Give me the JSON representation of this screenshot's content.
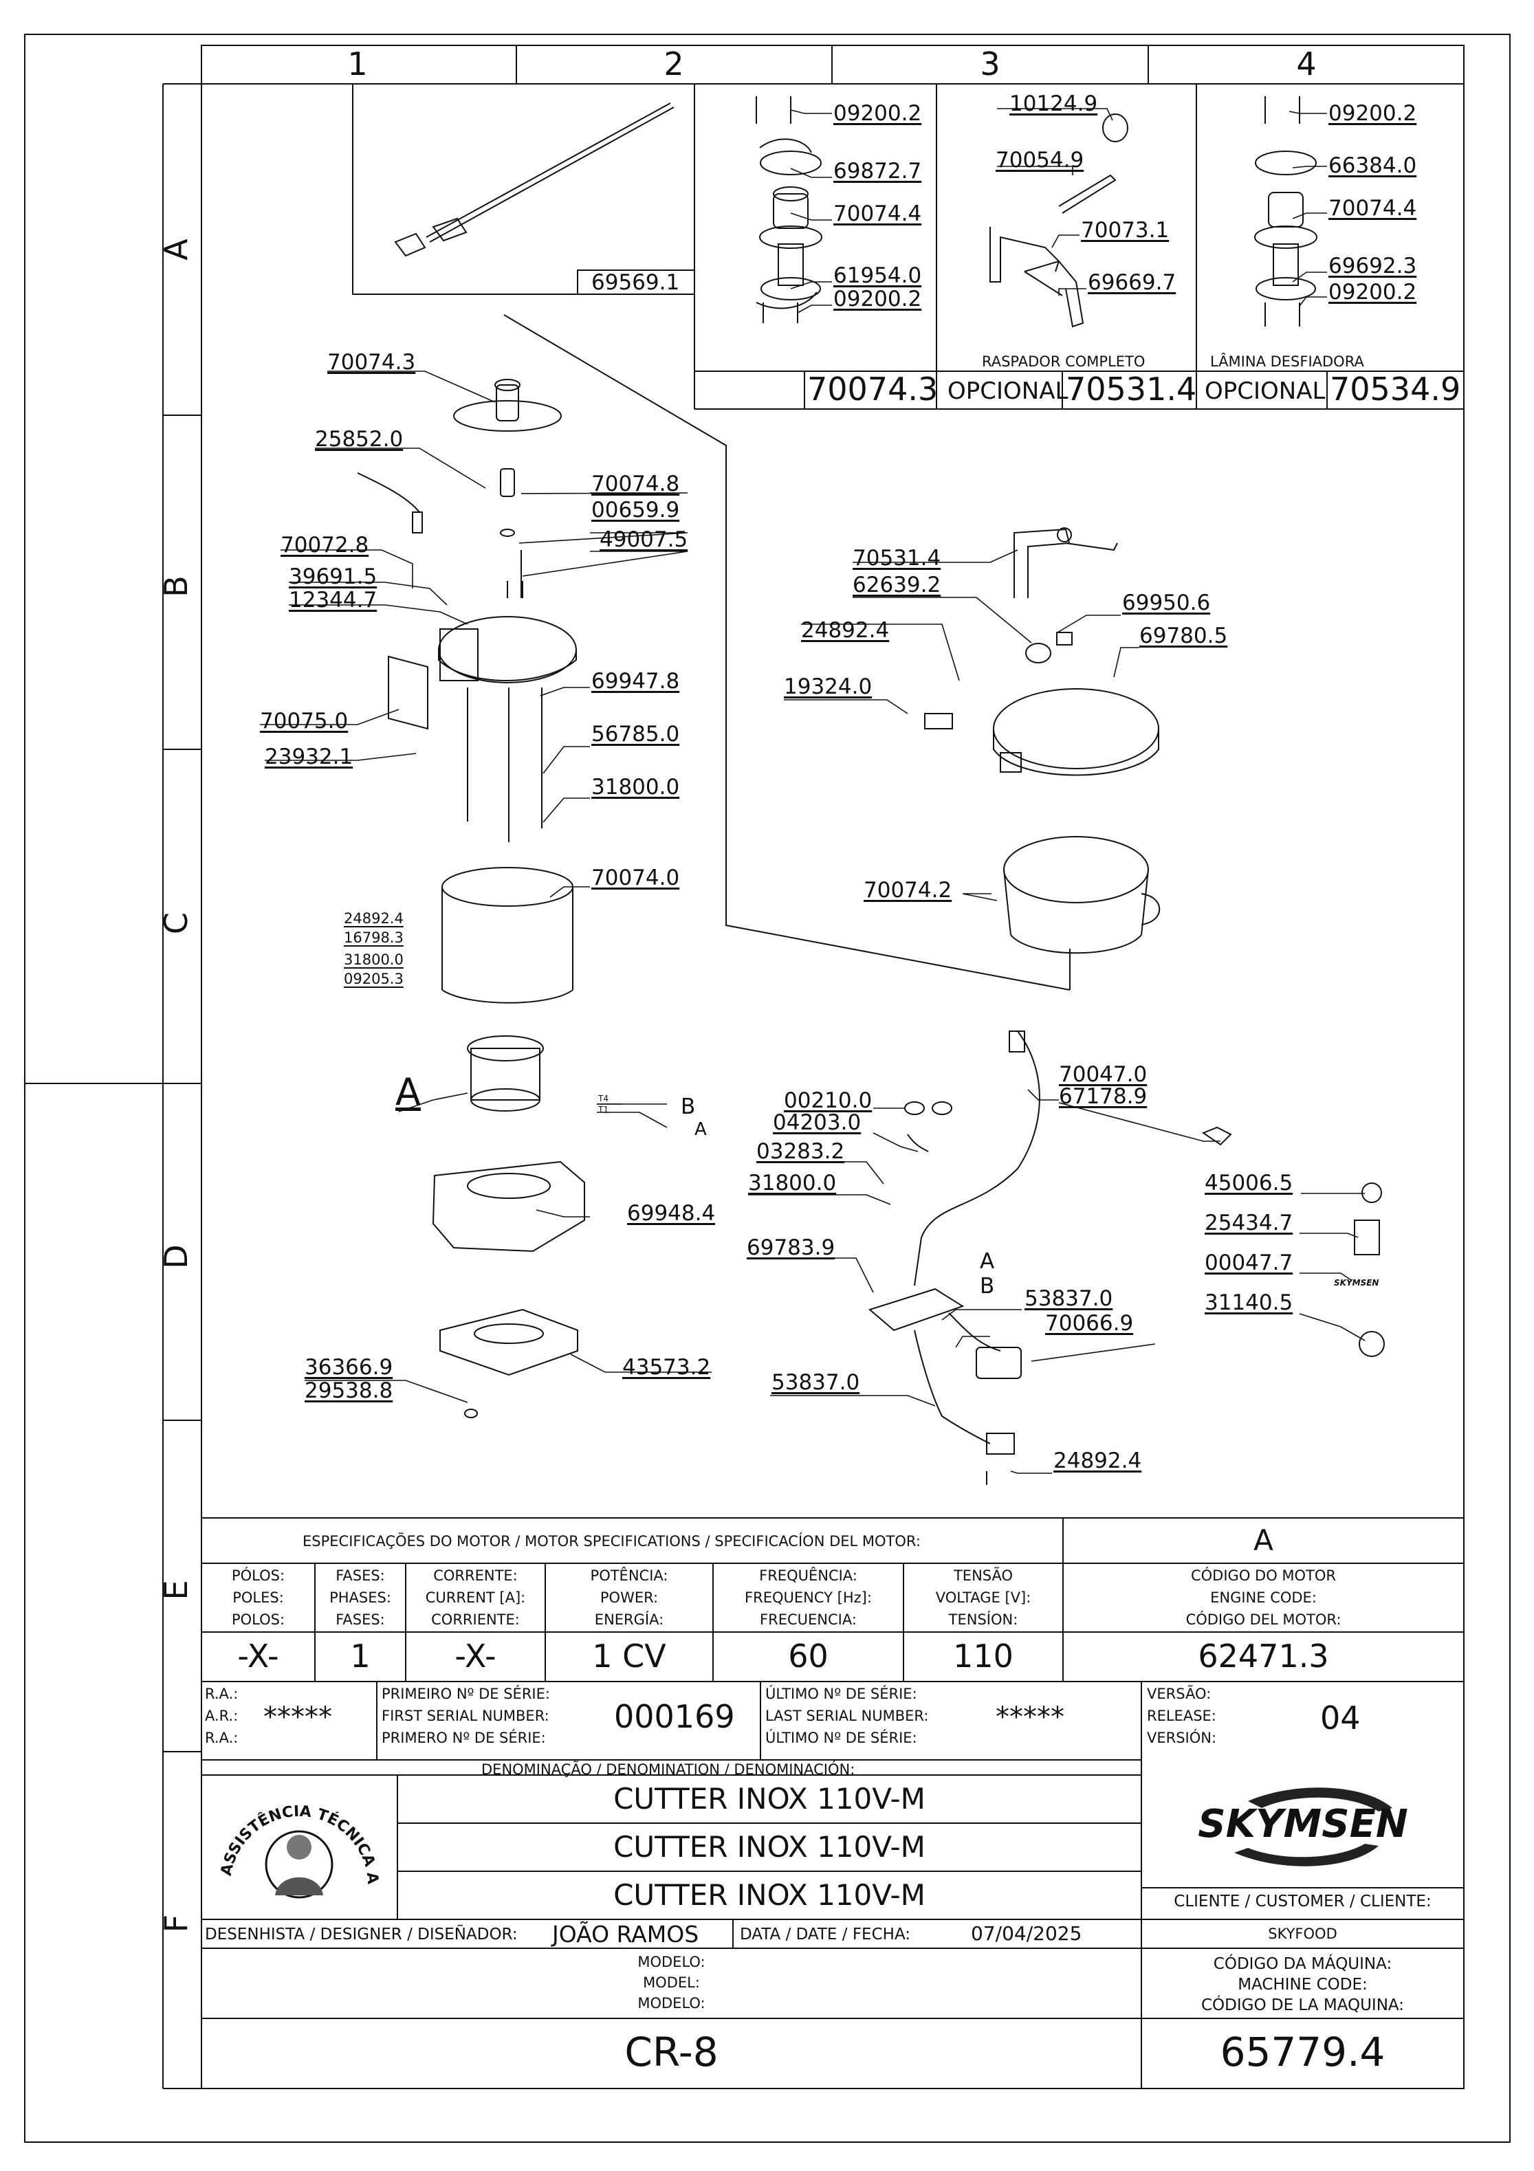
{
  "grid": {
    "columns": [
      "1",
      "2",
      "3",
      "4"
    ],
    "rows": [
      "A",
      "B",
      "C",
      "D",
      "E",
      "F"
    ]
  },
  "callouts": {
    "rod_kit": "69569.1",
    "blade_top_screw": "09200.2",
    "blade_upper": "69872.7",
    "hub": "70074.4",
    "blade_lower": "61954.0",
    "blade_bottom_screw": "09200.2",
    "scraper_knob": "10124.9",
    "scraper_arm": "70054.9",
    "scraper_pin": "70073.1",
    "scraper_blade": "69669.7",
    "shred_top_screw": "09200.2",
    "shred_blade_upper": "66384.0",
    "shred_hub": "70074.4",
    "shred_blade_lower": "69692.3",
    "shred_bottom_screw": "09200.2",
    "blade_assembly": "70074.3",
    "shaft_pin": "25852.0",
    "shaft": "70074.8",
    "washer": "00659.9",
    "screw_b": "49007.5",
    "switch_rod": "70072.8",
    "screw_c": "39691.5",
    "microswitch_holder": "12344.7",
    "top_plate": "69947.8",
    "shield": "70075.0",
    "shield_screw": "23932.1",
    "long_rod": "56785.0",
    "long_screw": "31800.0",
    "body": "70074.0",
    "body_a": "24892.4",
    "body_b": "16798.3",
    "body_c": "31800.0",
    "body_d": "09205.3",
    "lid_handle": "70531.4",
    "lid_knob": "62639.2",
    "lid_pin": "69950.6",
    "lid": "69780.5",
    "lid_switch_screw": "24892.4",
    "lid_switch": "19324.0",
    "bowl": "70074.2",
    "motor_letter": "A",
    "wire_t4": "T4",
    "wire_t1": "T1",
    "wire_b": "B",
    "wire_a": "A",
    "base": "69948.4",
    "foot_plate": "43573.2",
    "foot_a": "36366.9",
    "foot_b": "29538.8",
    "cable": "70047.0",
    "cable_clip": "67178.9",
    "oring_a": "00210.0",
    "oring_b": "04203.0",
    "cable_gland": "03283.2",
    "cable_screw": "31800.0",
    "board": "69783.9",
    "board_a": "A",
    "board_b": "B",
    "connector_a": "53837.0",
    "switch_block": "70066.9",
    "connector_b": "53837.0",
    "connector_screw": "24892.4",
    "label_ground": "45006.5",
    "label_warning": "25434.7",
    "label_brand": "00047.7",
    "label_round": "31140.5"
  },
  "accessory_boxes": {
    "box2_code": "70074.3",
    "box3_optional": "OPCIONAL",
    "box3_code": "70531.4",
    "box3_caption": "RASPADOR COMPLETO",
    "box4_optional": "OPCIONAL",
    "box4_code": "70534.9",
    "box4_caption": "LÂMINA  DESFIADORA",
    "brand_small": "SKYMSEN"
  },
  "motor_spec": {
    "header": "ESPECIFICAÇÕES DO MOTOR / MOTOR SPECIFICATIONS / SPECIFICACÍON DEL MOTOR:",
    "header_right": "A",
    "cols": [
      {
        "l1": "PÓLOS:",
        "l2": "POLES:",
        "l3": "POLOS:",
        "value": "-X-"
      },
      {
        "l1": "FASES:",
        "l2": "PHASES:",
        "l3": "FASES:",
        "value": "1"
      },
      {
        "l1": "CORRENTE:",
        "l2": "CURRENT [A]:",
        "l3": "CORRIENTE:",
        "value": "-X-"
      },
      {
        "l1": "POTÊNCIA:",
        "l2": "POWER:",
        "l3": "ENERGÍA:",
        "value": "1 CV"
      },
      {
        "l1": "FREQUÊNCIA:",
        "l2": "FREQUENCY [Hz]:",
        "l3": "FRECUENCIA:",
        "value": "60"
      },
      {
        "l1": "TENSÃO",
        "l2": "VOLTAGE [V]:",
        "l3": "TENSÍON:",
        "value": "110"
      },
      {
        "l1": "CÓDIGO DO MOTOR",
        "l2": "ENGINE CODE:",
        "l3": "CÓDIGO DEL MOTOR:",
        "value": "62471.3"
      }
    ]
  },
  "serial": {
    "ra1": "R.A.:",
    "ar": "A.R.:",
    "ra2": "R.A.:",
    "ra_value": "*****",
    "first_l1": "PRIMEIRO Nº DE SÉRIE:",
    "first_l2": "FIRST SERIAL NUMBER:",
    "first_l3": "PRIMERO Nº DE SÉRIE:",
    "first_value": "000169",
    "last_l1": "ÚLTIMO Nº DE SÉRIE:",
    "last_l2": "LAST SERIAL NUMBER:",
    "last_l3": "ÚLTIMO Nº DE SÉRIE:",
    "last_value": "*****",
    "version_l1": "VERSÃO:",
    "version_l2": "RELEASE:",
    "version_l3": "VERSIÓN:",
    "version_value": "04"
  },
  "denomination": {
    "header": "DENOMINAÇÃO / DENOMINATION / DENOMINACIÓN:",
    "lines": [
      "CUTTER INOX 110V-M",
      "CUTTER INOX 110V-M",
      "CUTTER INOX 110V-M"
    ],
    "seal_text": "ASSISTÊNCIA TÉCNICA AUTORIZADA",
    "brand": "SKYMSEN",
    "client_label": "CLIENTE / CUSTOMER / CLIENTE:",
    "client_value": "SKYFOOD"
  },
  "designer": {
    "label": "DESENHISTA / DESIGNER / DISEÑADOR:",
    "value": "JOÃO RAMOS",
    "date_label": "DATA / DATE / FECHA:",
    "date_value": "07/04/2025"
  },
  "model": {
    "l1": "MODELO:",
    "l2": "MODEL:",
    "l3": "MODELO:",
    "value": "CR-8",
    "code_l1": "CÓDIGO DA MÁQUINA:",
    "code_l2": "MACHINE CODE:",
    "code_l3": "CÓDIGO DE LA MAQUINA:",
    "code_value": "65779.4"
  }
}
